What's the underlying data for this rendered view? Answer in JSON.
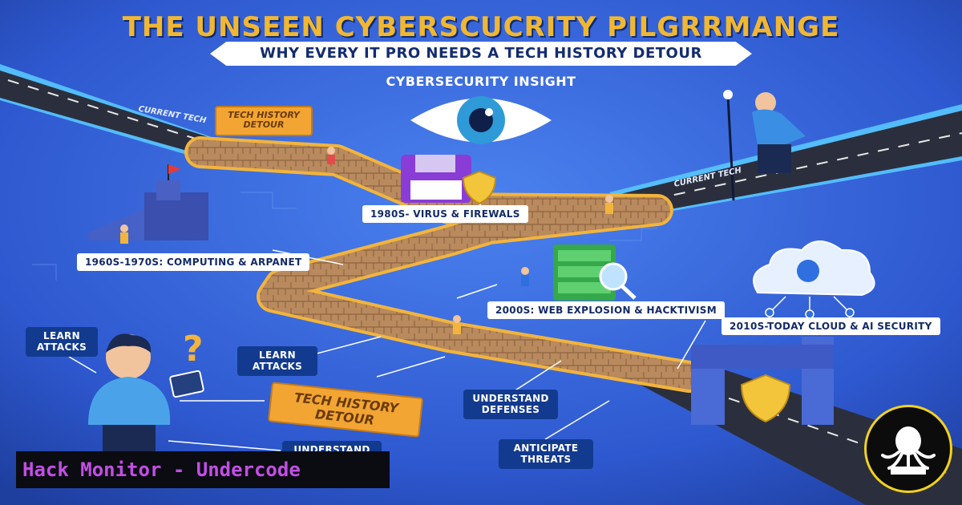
{
  "header": {
    "title": "THE UNSEEN CYBERSCUCRITY PILGRRMANGE",
    "subtitle": "WHY EVERY IT PRO NEEDS A TECH HISTORY DETOUR",
    "insight": "CYBERSECURITY INSIGHT"
  },
  "signs": {
    "top": "TECH HISTORY DETOUR",
    "bottom": "TECH HISTORY DETOUR"
  },
  "road_labels": {
    "left": "CURRENT TECH",
    "right": "CURRENT TECH"
  },
  "eras": {
    "e1960": "1960s-1970s: COMPUTING & ARPANET",
    "e1980": "1980s- VIRUS & FIREWALS",
    "e2000": "2000s: WEB EXPLOSION & HACKTIVISM",
    "e2010": "2010s-TODAY CLOUD & AI SECURITY"
  },
  "callouts": {
    "learn1": "LEARN ATTACKS",
    "learn2": "LEARN ATTACKS",
    "defenses": "UNDERSTAND DEFENSES",
    "understand_cut": "UNDERSTAND",
    "threats": "ANTICIPATE THREATS"
  },
  "question_mark": "?",
  "brand": {
    "text": "Hack Monitor - Undercode"
  },
  "colors": {
    "background": "#2f5fd6",
    "title": "#f1b731",
    "path": "#b98a5e",
    "path_edge": "#f2b43c",
    "road": "#2b2f3d",
    "brand_text": "#c34ee6",
    "logo_ring": "#f2d21d"
  },
  "icons": [
    "eye-icon",
    "floppy-disk-icon",
    "shield-icon",
    "server-icon",
    "magnifier-icon",
    "cloud-network-icon",
    "castle-icon",
    "gate-icon",
    "person-icon",
    "octopus-logo-icon"
  ]
}
